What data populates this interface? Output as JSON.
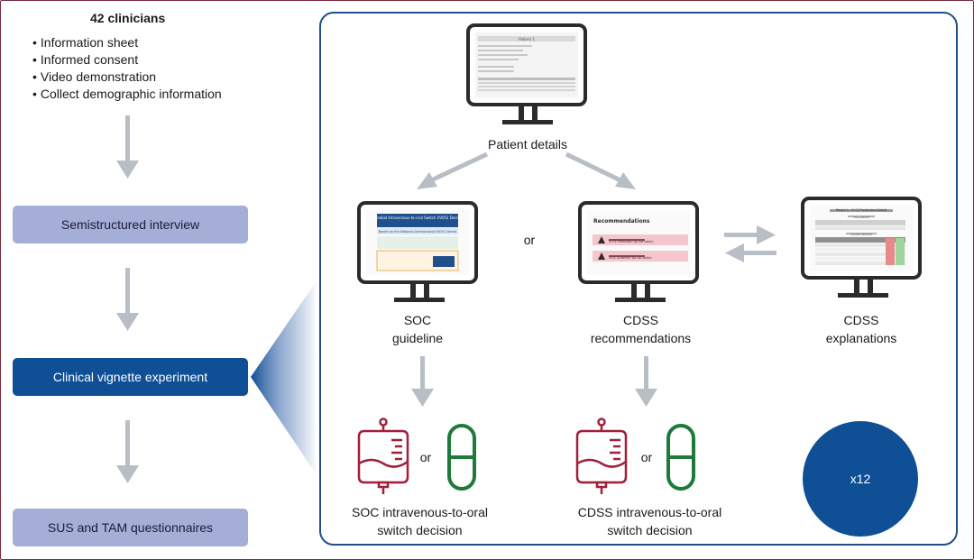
{
  "left": {
    "title": "42 clinicians",
    "steps": [
      "Information sheet",
      "Informed consent",
      "Video demonstration",
      "Collect demographic information"
    ],
    "boxes": [
      {
        "label": "Semistructured interview"
      },
      {
        "label": "Clinical vignette experiment"
      },
      {
        "label": "SUS and TAM questionnaires"
      }
    ]
  },
  "panel": {
    "patient_details": "Patient details",
    "or": "or",
    "screens": {
      "patient": {
        "title": "Patient 1"
      },
      "soc": {
        "header": "Antimicrobial Intravenous-to-oral Switch (IVOS) Decision Aid",
        "subheader": "Based on the National Antimicrobial IVOS Criteria"
      },
      "cdss": {
        "title": "Recommendations",
        "rec1": "IV-OS Prediction: Do not switch",
        "rec2": "IVOS Guideline: Do not switch"
      },
      "explanations": {
        "title": "Patient 1 - IV-OS Predictions Details",
        "sub1": "This patient",
        "sub2": "Similar patients"
      }
    },
    "soc_label_1": "SOC",
    "soc_label_2": "guideline",
    "cdss_label_1": "CDSS",
    "cdss_label_2": "recommendations",
    "expl_label_1": "CDSS",
    "expl_label_2": "explanations",
    "soc_decision_1": "SOC intravenous-to-oral",
    "soc_decision_2": "switch decision",
    "cdss_decision_1": "CDSS intravenous-to-oral",
    "cdss_decision_2": "switch decision",
    "repeat": "x12"
  },
  "colors": {
    "navy": "#0f4f96",
    "lavender": "#a4aed6",
    "arrow_grey": "#b8bec6",
    "iv_bag": "#a11f3b",
    "pill": "#1f7a3a",
    "panel_border": "#1f4f8f"
  }
}
